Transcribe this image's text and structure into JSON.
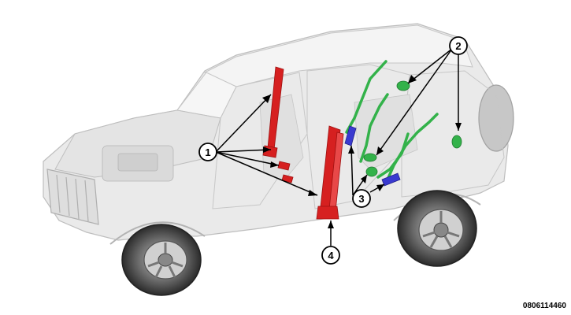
{
  "figure_code": "0806114460",
  "callouts": [
    {
      "id": "1",
      "label": "1"
    },
    {
      "id": "2",
      "label": "2"
    },
    {
      "id": "3",
      "label": "3"
    },
    {
      "id": "4",
      "label": "4"
    }
  ],
  "colors": {
    "body_outline": "#8a8a8a",
    "body_fill": "#d9d9d9",
    "red_components": "#d62020",
    "green_components": "#33b24a",
    "blue_components": "#3a3ad0",
    "leader_lines": "#000000"
  }
}
